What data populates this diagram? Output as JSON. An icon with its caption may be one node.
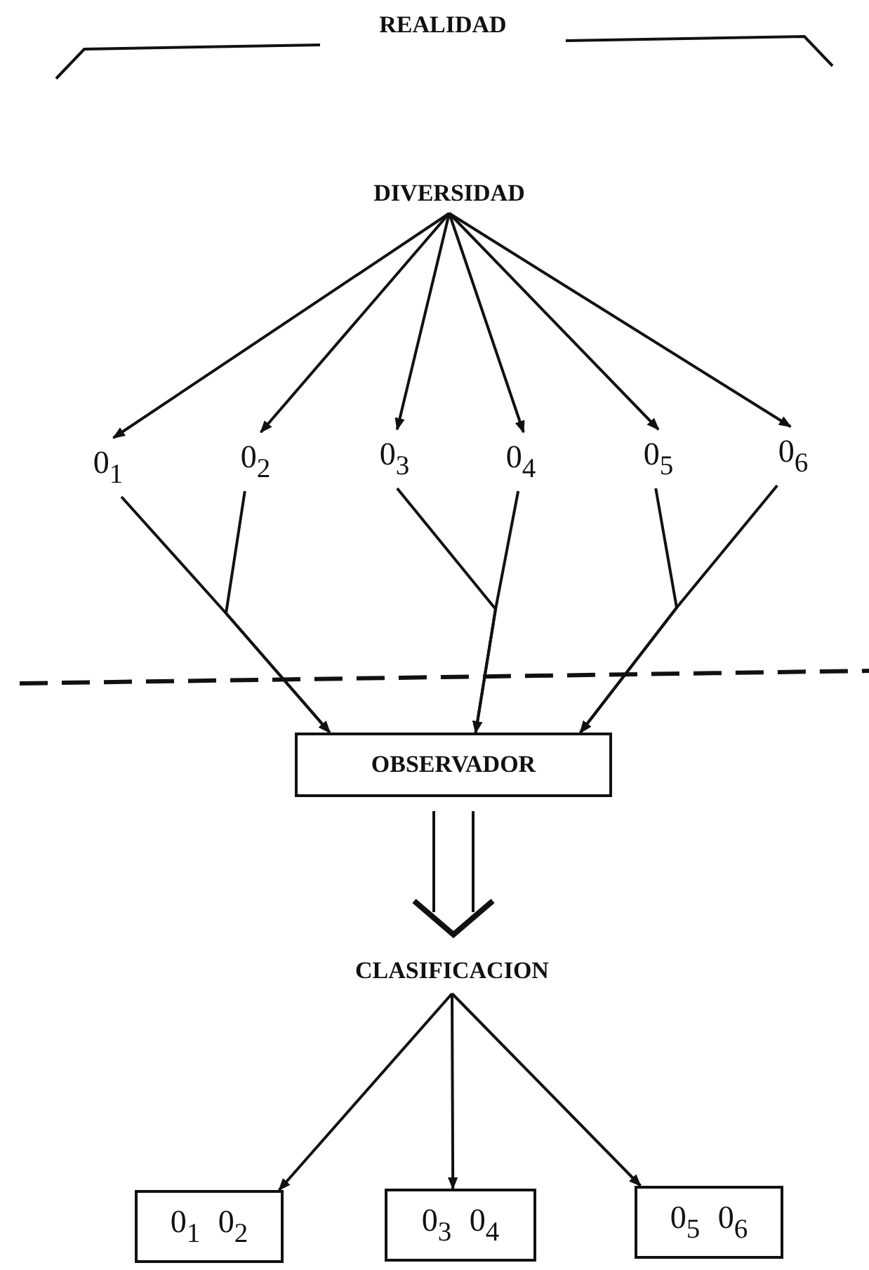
{
  "diagram": {
    "title": "REALIDAD",
    "nodes": [
      {
        "text": [
          "DIVERSIDAD"
        ]
      },
      {
        "text": [
          "0$_{1}$"
        ]
      },
      {
        "text": [
          "0$_{2}$"
        ]
      },
      {
        "text": [
          "0$_{3}$"
        ]
      },
      {
        "text": [
          "0$_{4}$"
        ]
      },
      {
        "text": [
          "0$_{5}$"
        ]
      },
      {
        "text": [
          "0$_{6}$"
        ]
      },
      {
        "text": [
          "OBSERVADOR"
        ]
      },
      {
        "text": [
          "CLASIFICACION"
        ]
      },
      {
        "text": [
          "0$_{1}$ 0$_{2}$"
        ]
      },
      {
        "text": [
          "0$_{3}$ 0$_{4}$"
        ]
      },
      {
        "text": [
          "0$_{5}$ 0$_{6}$"
        ]
      }
    ],
    "edges": [
      {
        "from": 0,
        "to": 1,
        "arrow": "to"
      },
      {
        "from": 0,
        "to": 2,
        "arrow": "to"
      },
      {
        "from": 0,
        "to": 3,
        "arrow": "to"
      },
      {
        "from": 0,
        "to": 4,
        "arrow": "to"
      },
      {
        "from": 0,
        "to": 5,
        "arrow": "to"
      },
      {
        "from": 0,
        "to": 6,
        "arrow": "to"
      },
      {
        "from": 1,
        "to": 7,
        "arrow": "to"
      },
      {
        "from": 2,
        "to": 7,
        "arrow": "to"
      },
      {
        "from": 3,
        "to": 7,
        "arrow": "to"
      },
      {
        "from": 4,
        "to": 7,
        "arrow": "to"
      },
      {
        "from": 5,
        "to": 7,
        "arrow": "to"
      },
      {
        "from": 6,
        "to": 7,
        "arrow": "to"
      },
      {
        "from": 7,
        "to": 8,
        "arrow": "to",
        "style": "thick"
      },
      {
        "from": 8,
        "to": 9,
        "arrow": "to"
      },
      {
        "from": 8,
        "to": 10,
        "arrow": "to"
      },
      {
        "from": 8,
        "to": 11,
        "arrow": "to"
      }
    ]
  }
}
